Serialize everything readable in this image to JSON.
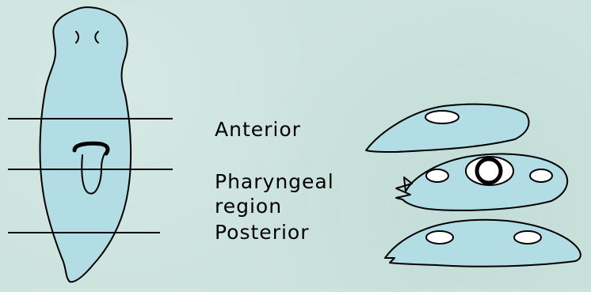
{
  "labels": {
    "anterior": "Anterior",
    "pharyngeal": "Pharyngeal",
    "region": "region",
    "posterior": "Posterior"
  },
  "colors": {
    "background": "#cde3de",
    "tissue": "#b3dde5",
    "outline": "#000000",
    "opening": "#ffffff"
  }
}
